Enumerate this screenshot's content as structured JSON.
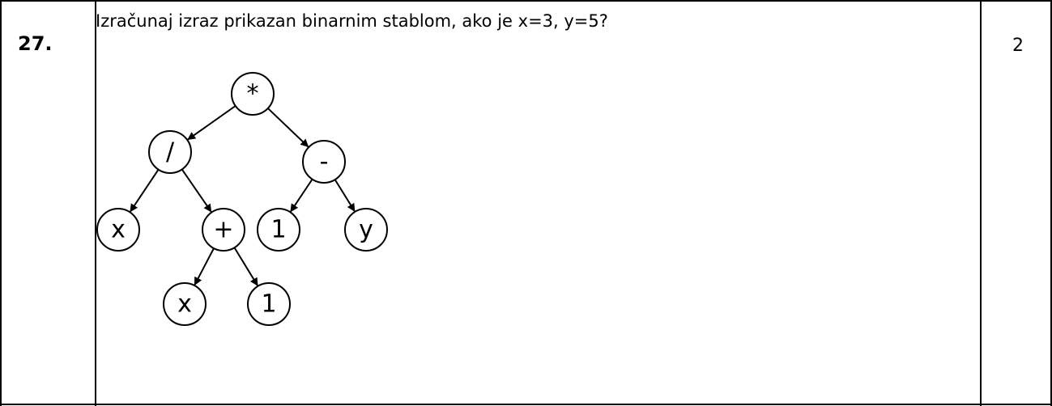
{
  "question": {
    "number": "27.",
    "text": "Izračunaj izraz prikazan binarnim stablom, ako je x=3, y=5?",
    "points": "2"
  },
  "tree": {
    "nodes": [
      {
        "id": "root",
        "label": "*"
      },
      {
        "id": "div",
        "label": "/"
      },
      {
        "id": "minus",
        "label": "-"
      },
      {
        "id": "x1",
        "label": "x"
      },
      {
        "id": "plus",
        "label": "+"
      },
      {
        "id": "one1",
        "label": "1"
      },
      {
        "id": "y",
        "label": "y"
      },
      {
        "id": "x2",
        "label": "x"
      },
      {
        "id": "one2",
        "label": "1"
      }
    ],
    "edges": [
      [
        "root",
        "div"
      ],
      [
        "root",
        "minus"
      ],
      [
        "div",
        "x1"
      ],
      [
        "div",
        "plus"
      ],
      [
        "minus",
        "one1"
      ],
      [
        "minus",
        "y"
      ],
      [
        "plus",
        "x2"
      ],
      [
        "plus",
        "one2"
      ]
    ]
  }
}
